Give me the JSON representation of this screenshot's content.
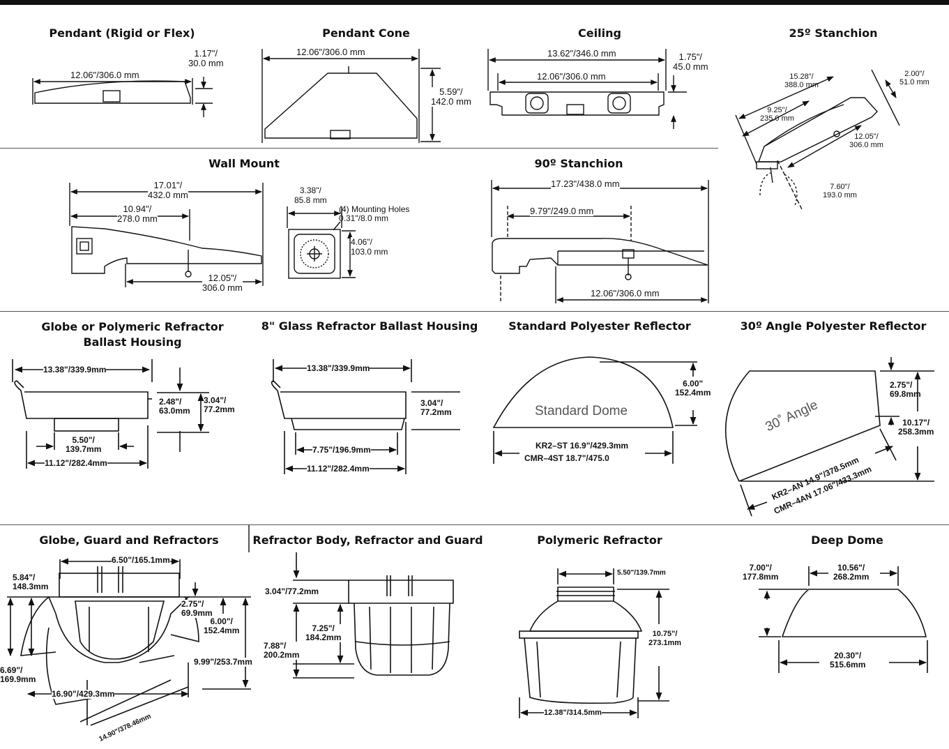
{
  "titles": {
    "pendant_rigid_flex": "Pendant (Rigid or Flex)",
    "pendant_cone": "Pendant Cone",
    "ceiling": "Ceiling",
    "stanchion_25": "25º Stanchion",
    "wall_mount": "Wall Mount",
    "stanchion_90": "90º Stanchion",
    "globe_polymeric_ballast": "Globe or Polymeric Refractor Ballast Housing",
    "glass_refractor_8": "8\" Glass Refractor Ballast Housing",
    "standard_reflector": "Standard Polyester Reflector",
    "angle_reflector_30": "30º Angle Polyester Reflector",
    "globe_guard_refractors": "Globe, Guard and Refractors",
    "refractor_body_guard": "Refractor Body, Refractor and Guard",
    "polymeric_refractor": "Polymeric Refractor",
    "deep_dome": "Deep Dome"
  },
  "dims": {
    "pendant": {
      "height": "1.17\"/\n30.0 mm",
      "width": "12.06\"/306.0 mm"
    },
    "cone": {
      "width": "12.06\"/306.0 mm",
      "height": "5.59\"/\n142.0 mm"
    },
    "ceiling": {
      "outer": "13.62\"/346.0 mm",
      "inner": "12.06\"/306.0 mm",
      "height": "1.75\"/\n45.0 mm"
    },
    "stanchion25": {
      "a": "15.28\"/\n388.0 mm",
      "b": "2.00\"/\n51.0 mm",
      "c": "9.25\"/\n235.0 mm",
      "d": "12.05\"/\n306.0 mm",
      "e": "7.60\"/\n193.0 mm"
    },
    "wall": {
      "total": "17.01\"/\n432.0 mm",
      "arm": "10.94\"/\n278.0 mm",
      "head": "12.05\"/\n306.0 mm",
      "plate_w": "3.38\"/\n85.8 mm",
      "holes": "(4) Mounting Holes\n0.31\"/8.0 mm",
      "plate_h": "4.06\"/\n103.0 mm"
    },
    "stanchion90": {
      "total": "17.23\"/438.0 mm",
      "arm": "9.79\"/249.0 mm",
      "head": "12.06\"/306.0 mm"
    },
    "globe_ballast": {
      "width": "13.38\"/339.9mm",
      "h1": "2.48\"/\n63.0mm",
      "h2": "3.04\"/\n77.2mm",
      "neck": "5.50\"/\n139.7mm",
      "base": "11.12\"/282.4mm"
    },
    "glass8": {
      "width": "13.38\"/339.9mm",
      "height": "3.04\"/\n77.2mm",
      "neck": "7.75\"/196.9mm",
      "base": "11.12\"/282.4mm"
    },
    "standard": {
      "height": "6.00\"\n152.4mm",
      "inner_text": "Standard Dome",
      "w1": "KR2–ST 16.9\"/429.3mm",
      "w2": "CMR–4ST 18.7\"/475.0"
    },
    "angle30": {
      "h1": "2.75\"/\n69.8mm",
      "h2": "10.17\"/\n258.3mm",
      "inner_text": "30˚ Angle",
      "w1": "KR2–AN 14.9\"/378.5mm",
      "w2": "CMR–4AN 17.06\"/433.3mm"
    },
    "globe_guard": {
      "top": "6.50\"/165.1mm",
      "h1": "5.84\"/\n148.3mm",
      "h2": "2.75\"/\n69.9mm",
      "h3": "6.00\"/\n152.4mm",
      "h4": "6.69\"/\n169.9mm",
      "w": "9.99\"/253.7mm",
      "w2": "16.90\"/429.3mm",
      "w3": "14.90\"/378.46mm"
    },
    "refractor_body": {
      "h1": "3.04\"/77.2mm",
      "h2": "7.25\"/\n184.2mm",
      "h3": "7.88\"/\n200.2mm"
    },
    "polymeric": {
      "top": "5.50\"/139.7mm",
      "height": "10.75\"/\n273.1mm",
      "width": "12.38\"/314.5mm"
    },
    "deep_dome": {
      "height": "7.00\"/\n177.8mm",
      "top": "10.56\"/\n268.2mm",
      "width": "20.30\"/\n515.6mm"
    }
  }
}
